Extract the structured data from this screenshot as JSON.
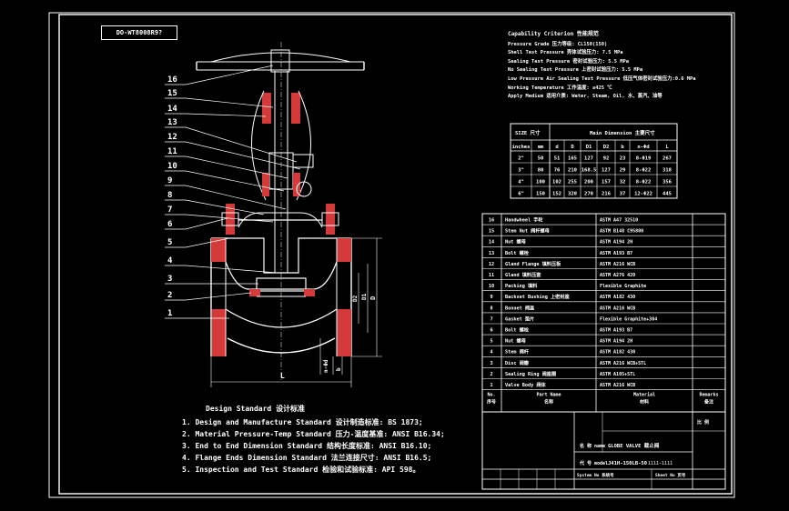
{
  "drawing_tag": "DO-WT8008R9?",
  "criterion": {
    "title": "Capability Criterion 性能规范",
    "lines": [
      "Pressure Grade 压力等级: CL150(150)",
      "Shell Test Pressure 壳体试验压力: 7.5 MPa",
      "Sealing Test Pressure 密封试验压力: 5.5 MPa",
      "No Sealing Test Pressure 上密封试验压力: 5.5 MPa",
      "Low Pressure Air Sealing Test Pressure 低压气体密封试验压力:0.6 MPa",
      "Working Temperature 工作温度: ≤425 ℃",
      "Apply Medium 适用介质: Water, Steam, Oil, 水、蒸汽、油等"
    ]
  },
  "dimension_table": {
    "size_label": "SIZE 尺寸",
    "main_label": "Main Dimension 主要尺寸",
    "headers": [
      "inches",
      "mm",
      "d",
      "D",
      "D1",
      "D2",
      "b",
      "n-Φd",
      "L"
    ],
    "rows": [
      [
        "2\"",
        "50",
        "51",
        "165",
        "127",
        "92",
        "23",
        "8-Φ19",
        "267"
      ],
      [
        "3\"",
        "80",
        "76",
        "210",
        "168.5",
        "127",
        "29",
        "8-Φ22",
        "318"
      ],
      [
        "4\"",
        "100",
        "102",
        "255",
        "200",
        "157",
        "32",
        "8-Φ22",
        "356"
      ],
      [
        "6\"",
        "150",
        "152",
        "320",
        "270",
        "216",
        "37",
        "12-Φ22",
        "445"
      ]
    ]
  },
  "parts": [
    {
      "no": "16",
      "name": "Handwheel 手轮",
      "material": "ASTM A47 32510"
    },
    {
      "no": "15",
      "name": "Stem Nut 阀杆螺母",
      "material": "ASTM B148 C95800"
    },
    {
      "no": "14",
      "name": "Nut 螺母",
      "material": "ASTM A194 2H"
    },
    {
      "no": "13",
      "name": "Bolt 螺栓",
      "material": "ASTM A193 B7"
    },
    {
      "no": "12",
      "name": "Gland Flange 填料压板",
      "material": "ASTM A216 WCB"
    },
    {
      "no": "11",
      "name": "Gland 填料压套",
      "material": "ASTM A276 420"
    },
    {
      "no": "10",
      "name": "Packing 填料",
      "material": "Flexible Graphite"
    },
    {
      "no": "9",
      "name": "Backset Bushing 上密封座",
      "material": "ASTM A182 430"
    },
    {
      "no": "8",
      "name": "Bonnet 阀盖",
      "material": "ASTM A216 WCB"
    },
    {
      "no": "7",
      "name": "Gasket 垫片",
      "material": "Flexible Graphite+304"
    },
    {
      "no": "6",
      "name": "Bolt 螺栓",
      "material": "ASTM A193 B7"
    },
    {
      "no": "5",
      "name": "Nut 螺母",
      "material": "ASTM A194 2H"
    },
    {
      "no": "4",
      "name": "Stem 阀杆",
      "material": "ASTM A182 430"
    },
    {
      "no": "3",
      "name": "Disc 阀瓣",
      "material": "ASTM A216 WCB+STL"
    },
    {
      "no": "2",
      "name": "Sealing Ring 阀座圈",
      "material": "ASTM A105+STL"
    },
    {
      "no": "1",
      "name": "Valve Body 阀体",
      "material": "ASTM A216 WCB"
    }
  ],
  "parts_header": {
    "no": "No.",
    "no_cn": "序号",
    "name": "Part Name",
    "name_cn": "名称",
    "material": "Material",
    "material_cn": "材料",
    "remarks": "Remarks",
    "remarks_cn": "备注"
  },
  "title_block": {
    "name_label": "名 称 name",
    "name_value": "GLOBE VALVE 截止阀",
    "code_label": "代 号 model",
    "code_value": "J41H-150LB-50",
    "code_extra": "1111-1111",
    "scale_label": "比 例",
    "system_label": "System No 系统号",
    "sheet_label": "Sheet No 页号"
  },
  "balloons": [
    "16",
    "15",
    "14",
    "13",
    "12",
    "11",
    "10",
    "9",
    "8",
    "7",
    "6",
    "5",
    "4",
    "3",
    "2",
    "1"
  ],
  "dim_labels": {
    "L": "L",
    "D": "D",
    "D1": "D1",
    "D2": "D2",
    "b": "b",
    "nd": "n-Φd"
  },
  "design": {
    "title": "Design Standard 设计标准",
    "items": [
      "1. Design and Manufacture Standard 设计制造标准: BS 1873;",
      "2. Material Pressure-Temp Standard 压力-温度基准: ANSI B16.34;",
      "3. End to End Dimension Standard 结构长度标准: ANSI B16.10;",
      "4. Flange Ends Dimension Standard 法兰连接尺寸: ANSI B16.5;",
      "5. Inspection and Test Standard 检验和试验标准: API 598。"
    ]
  }
}
